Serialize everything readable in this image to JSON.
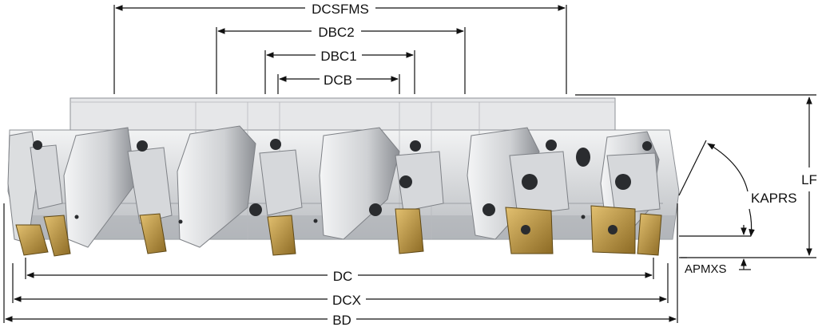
{
  "dimensions": {
    "dcsfms": "DCSFMS",
    "dbc2": "DBC2",
    "dbc1": "DBC1",
    "dcb": "DCB",
    "dc": "DC",
    "dcx": "DCX",
    "bd": "BD",
    "lf": "LF",
    "kaprs": "KAPRS",
    "apmxs": "APMXS"
  },
  "colors": {
    "body_light": "#e9eaeb",
    "body_mid": "#c7c9cc",
    "body_dark": "#8e9196",
    "insert_gold": "#c9a14a",
    "insert_dark": "#6b5420",
    "line": "#111111"
  }
}
